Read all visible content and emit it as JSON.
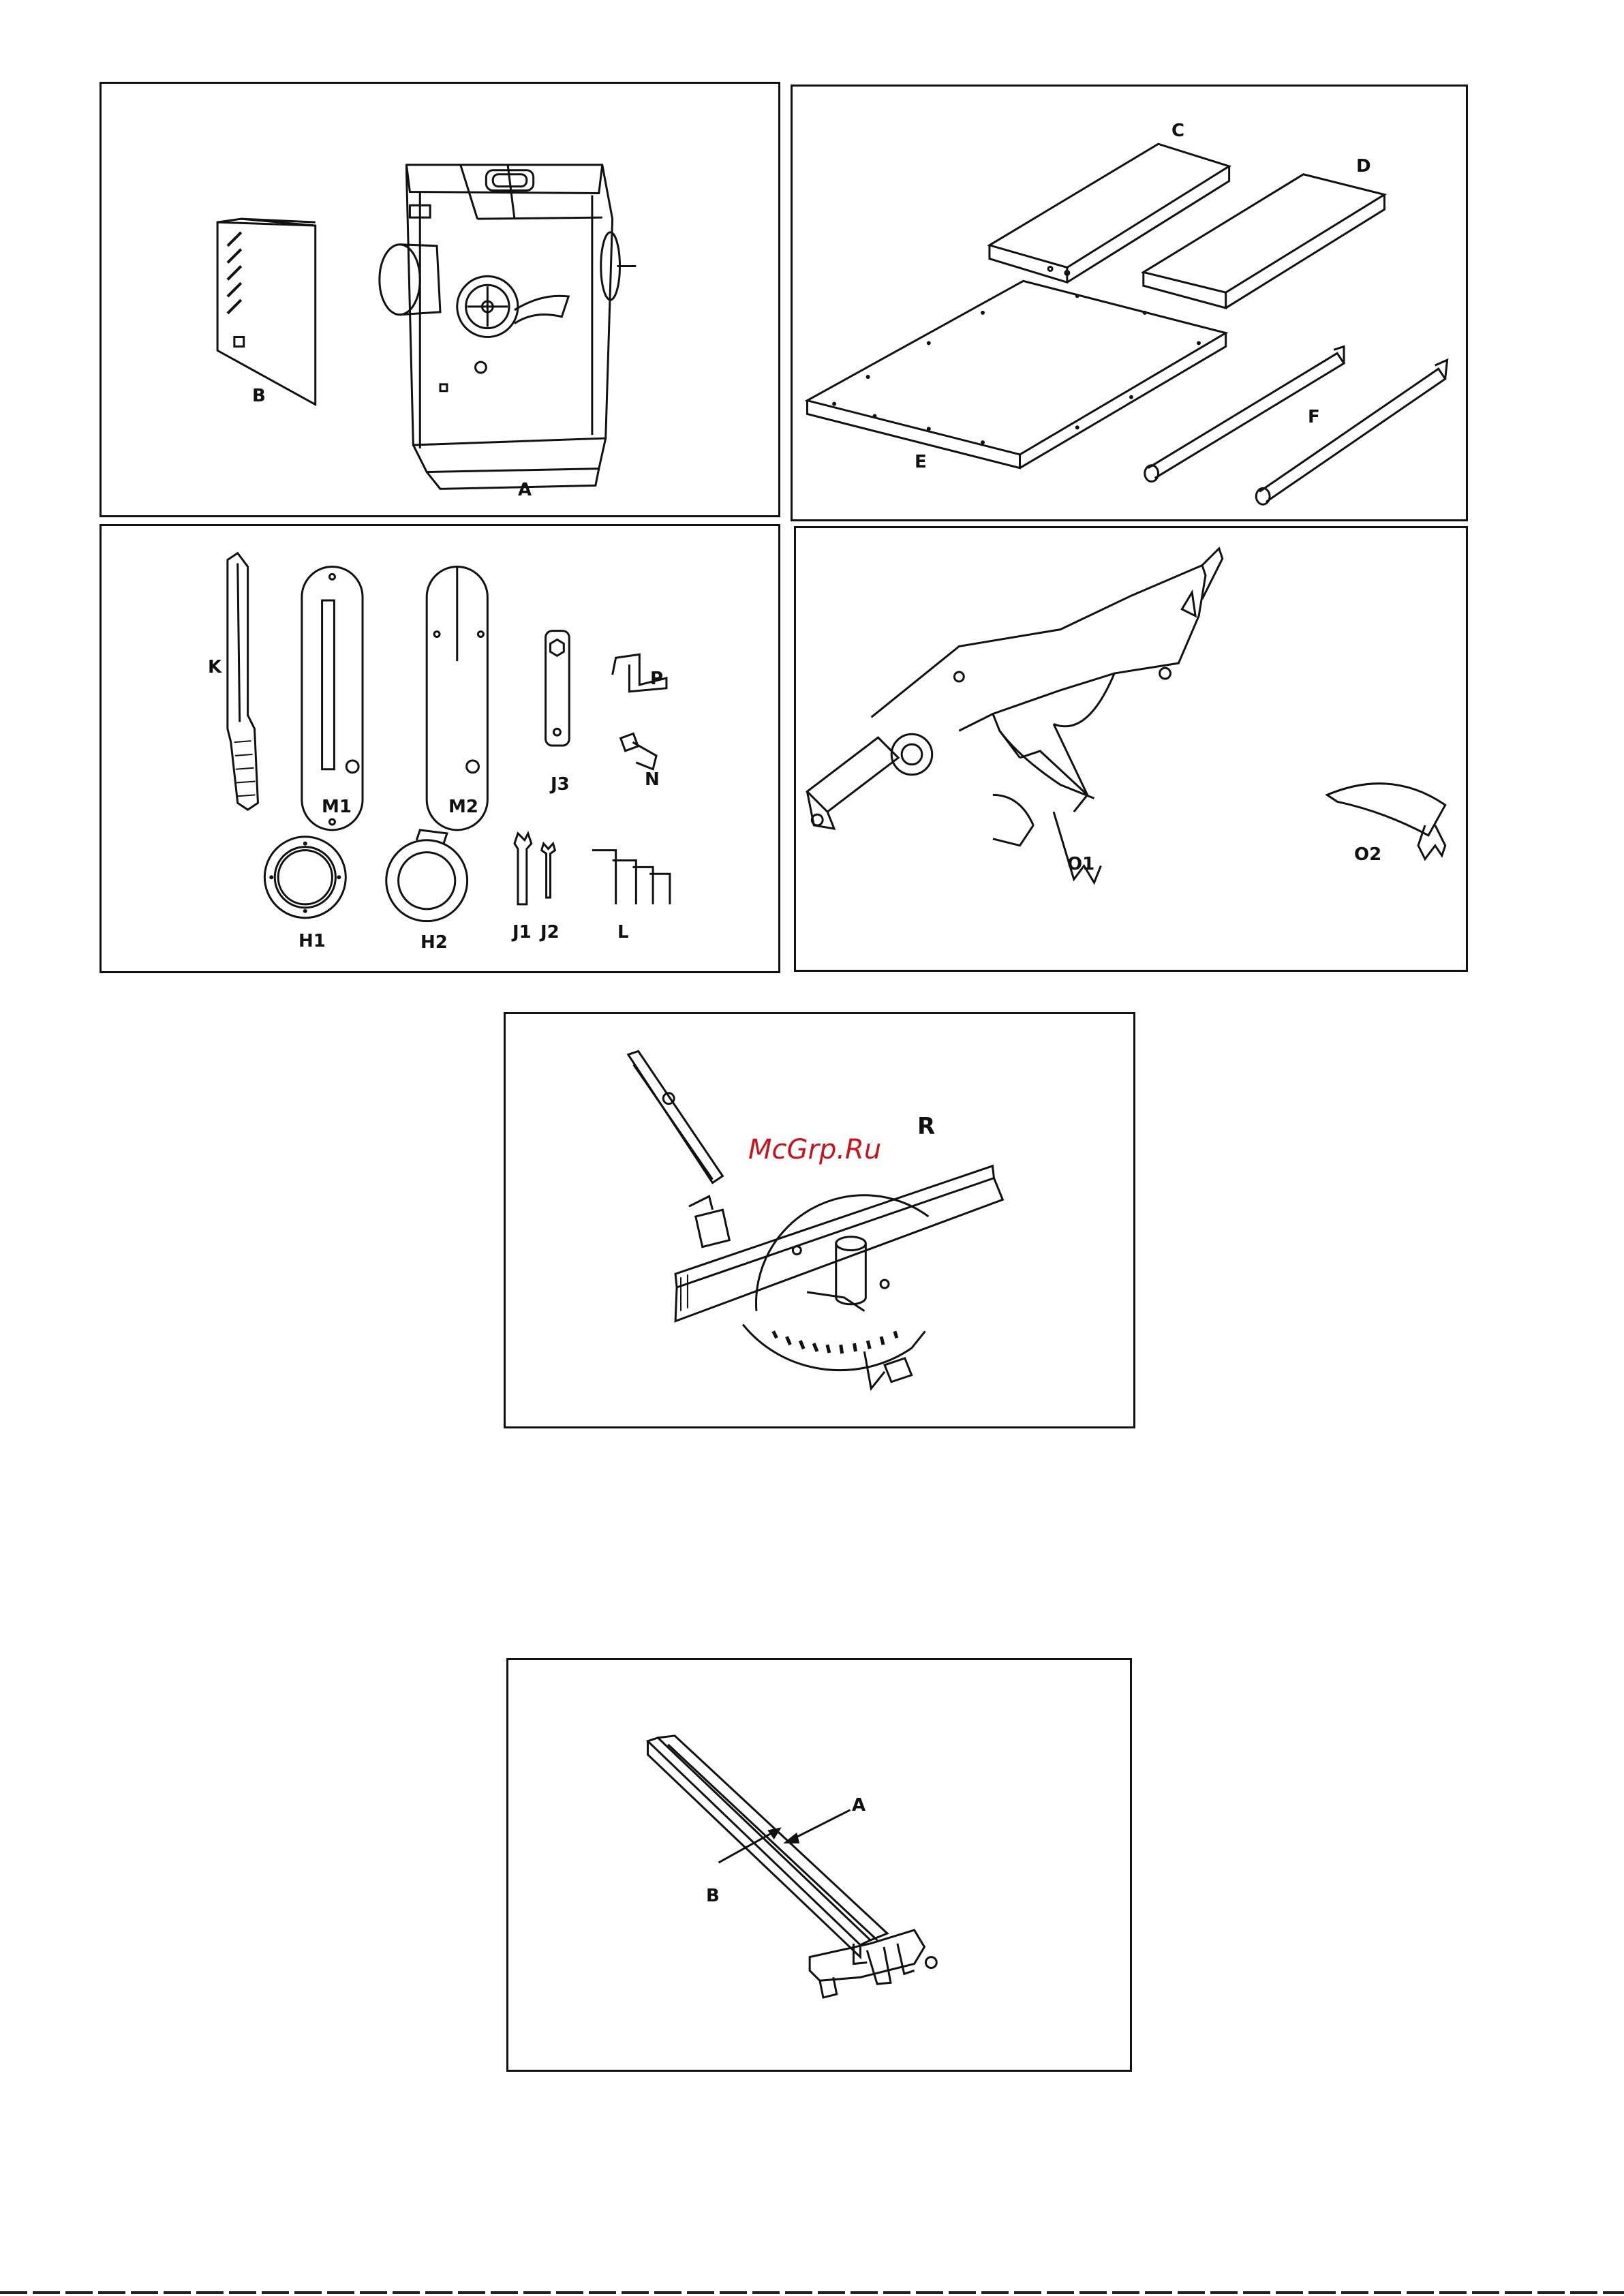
{
  "panels": {
    "p1": {
      "labels": {
        "a": "A",
        "b": "B"
      }
    },
    "p2": {
      "labels": {
        "c": "C",
        "d": "D",
        "e": "E",
        "f": "F"
      }
    },
    "p3": {
      "labels": {
        "k": "K",
        "m1": "M1",
        "m2": "M2",
        "j3": "J3",
        "p": "P",
        "n": "N",
        "h1": "H1",
        "h2": "H2",
        "j1": "J1",
        "j2": "J2",
        "l": "L"
      }
    },
    "p4": {
      "labels": {
        "o1": "O1",
        "o2": "O2"
      }
    },
    "p5": {
      "labels": {
        "r": "R"
      },
      "watermark": "McGrp.Ru"
    },
    "p6": {
      "labels": {
        "a": "A",
        "b": "B"
      }
    }
  },
  "colors": {
    "line": "#111111",
    "watermark": "#c8141e"
  }
}
